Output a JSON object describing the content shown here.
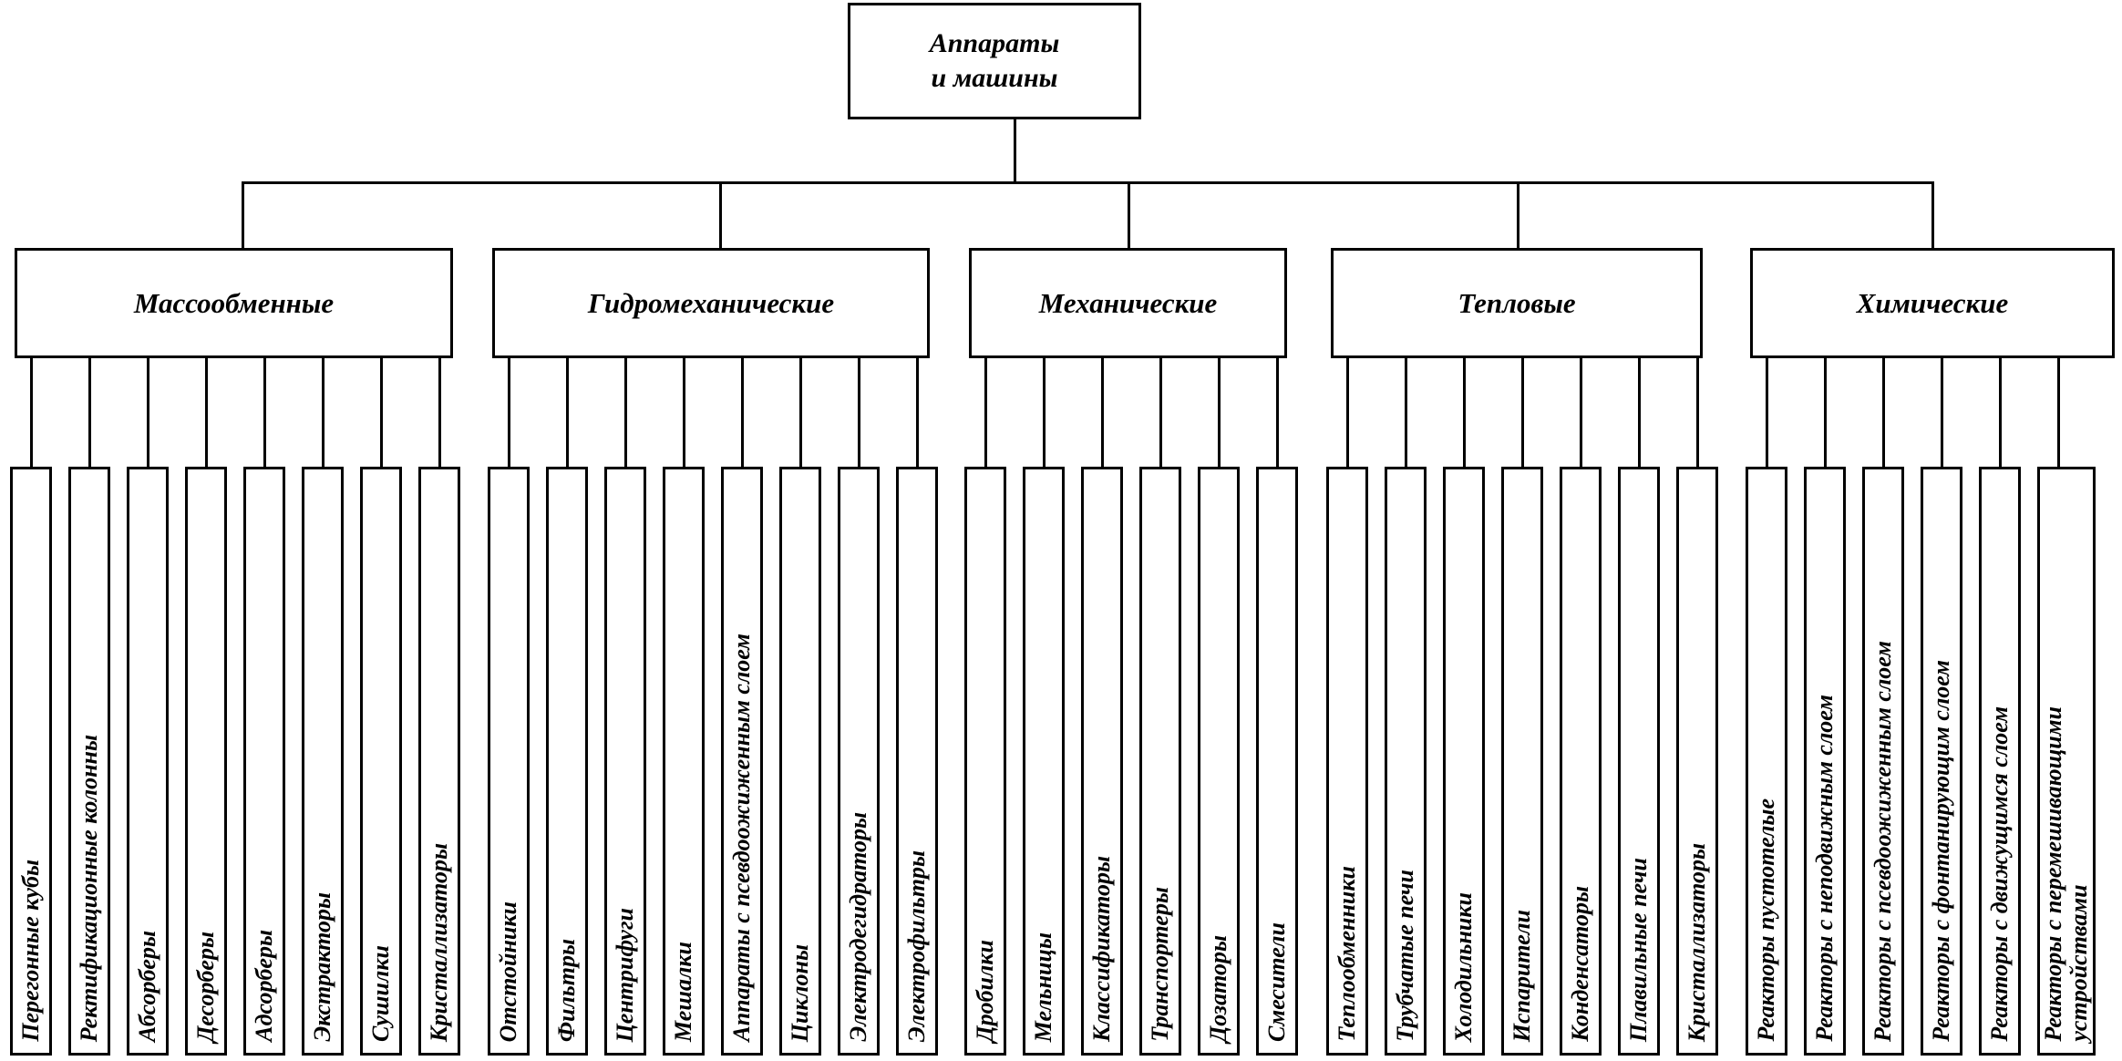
{
  "root": {
    "label": "Аппараты\nи машины"
  },
  "categories": [
    {
      "label": "Массообменные",
      "items": [
        "Перегонные кубы",
        "Ректификационные колонны",
        "Абсорберы",
        "Десорберы",
        "Адсорберы",
        "Экстракторы",
        "Сушилки",
        "Кристаллизаторы"
      ]
    },
    {
      "label": "Гидромеханические",
      "items": [
        "Отстойники",
        "Фильтры",
        "Центрифуги",
        "Мешалки",
        "Аппараты с псевдоожиженным слоем",
        "Циклоны",
        "Электродегидраторы",
        "Электрофильтры"
      ]
    },
    {
      "label": "Механические",
      "items": [
        "Дробилки",
        "Мельницы",
        "Классификаторы",
        "Транспортеры",
        "Дозаторы",
        "Смесители"
      ]
    },
    {
      "label": "Тепловые",
      "items": [
        "Теплообменники",
        "Трубчатые печи",
        "Холодильники",
        "Испарители",
        "Конденсаторы",
        "Плавильные печи",
        "Кристаллизаторы"
      ]
    },
    {
      "label": "Химические",
      "items": [
        "Реакторы пустотелые",
        "Реакторы с неподвижным слоем",
        "Реакторы с псевдоожиженным слоем",
        "Реакторы с фонтанирующим слоем",
        "Реакторы с движущимся слоем",
        "Реакторы с перемешивающими\nустройствами"
      ]
    }
  ]
}
